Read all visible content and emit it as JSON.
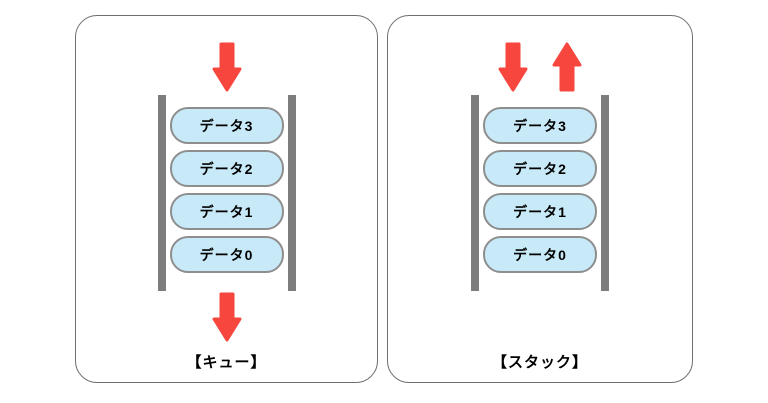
{
  "diagram": {
    "panels": [
      {
        "id": "queue",
        "title": "【キュー】",
        "items": [
          "データ3",
          "データ2",
          "データ1",
          "データ0"
        ],
        "top_arrows": [
          "down"
        ],
        "bottom_arrows": [
          "down"
        ]
      },
      {
        "id": "stack",
        "title": "【スタック】",
        "items": [
          "データ3",
          "データ2",
          "データ1",
          "データ0"
        ],
        "top_arrows": [
          "down",
          "up"
        ],
        "bottom_arrows": []
      }
    ]
  },
  "icons": {
    "queue_in": "arrow-down",
    "queue_out": "arrow-down",
    "stack_push": "arrow-down",
    "stack_pop": "arrow-up"
  },
  "colors": {
    "background": "#ffffff",
    "panel_border": "#6e6e6e",
    "rail_gray": "#7d7d7d",
    "item_fill": "#c8eaf8",
    "item_border": "#8e8e8e",
    "arrow_red": "#f6463d",
    "text": "#000000"
  }
}
